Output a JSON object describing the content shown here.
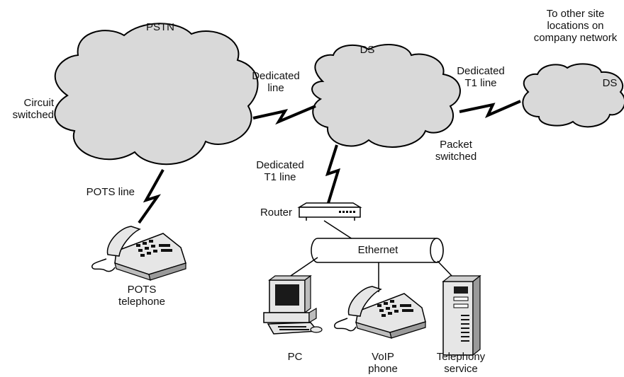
{
  "labels": {
    "pstn": "PSTN",
    "circuit": "Circuit\nswitched",
    "ds_main": "DS",
    "dedicated_line": "Dedicated\nline",
    "dedicated_t1_right": "Dedicated\nT1 line",
    "other_sites": "To other site\nlocations on\ncompany network",
    "ds_remote": "DS",
    "packet": "Packet\nswitched",
    "dedicated_t1_down": "Dedicated\nT1 line",
    "pots_line": "POTS line",
    "router": "Router",
    "ethernet": "Ethernet",
    "pots_phone": "POTS\ntelephone",
    "pc": "PC",
    "voip": "VoIP\nphone",
    "telephony": "Telephony\nservice"
  },
  "colors": {
    "cloud_fill": "#d9d9d9",
    "stroke": "#000000",
    "device_light": "#e6e6e6",
    "device_dark": "#1a1a1a"
  }
}
